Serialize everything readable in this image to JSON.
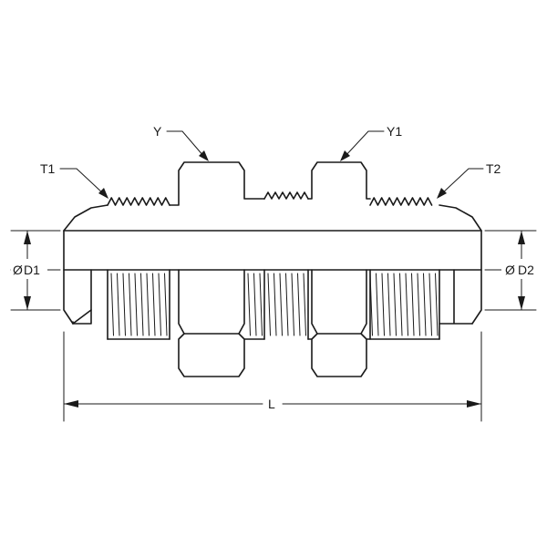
{
  "labels": {
    "t1": "T1",
    "t2": "T2",
    "y": "Y",
    "y1": "Y1",
    "d1": "D1",
    "d2": "D2",
    "length": "L",
    "diameter_symbol": "Ø"
  },
  "colors": {
    "line": "#1a1a1a",
    "background": "#ffffff"
  }
}
